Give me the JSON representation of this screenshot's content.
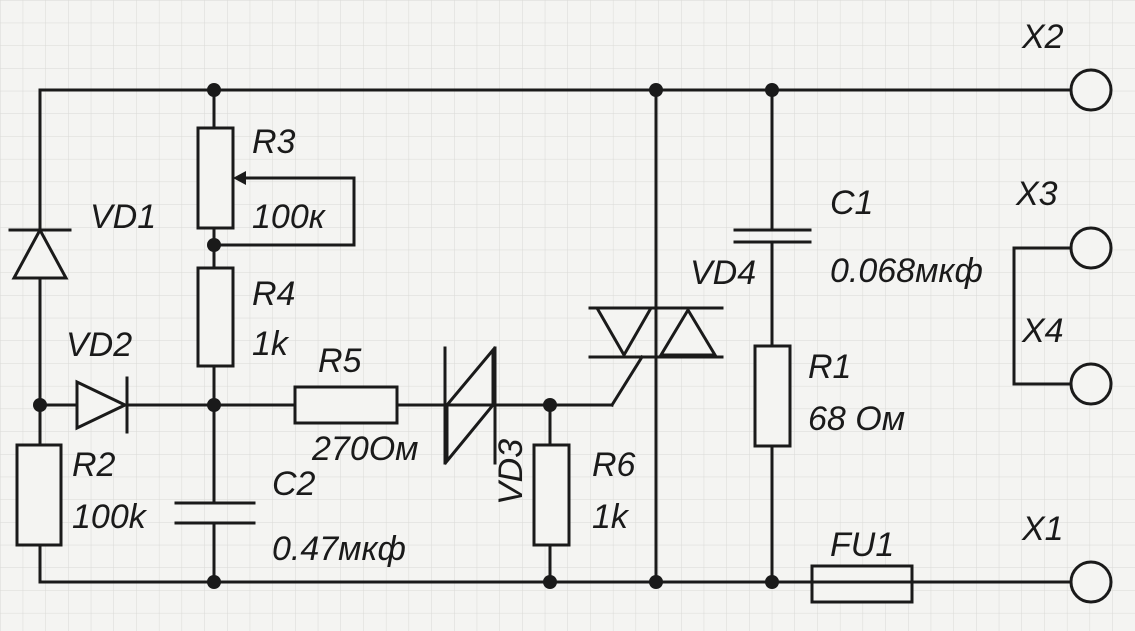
{
  "labels": {
    "x1": "X1",
    "x2": "X2",
    "x3": "X3",
    "x4": "X4",
    "vd1": "VD1",
    "vd2": "VD2",
    "vd4": "VD4",
    "r1": "R1",
    "r1_value": "68 Ом",
    "r2": "R2",
    "r2_value": "100k",
    "r3": "R3",
    "r3_value": "100к",
    "r4": "R4",
    "r4_value": "1k",
    "r5": "R5",
    "r5_value": "270Ом",
    "r6": "R6",
    "r6_value": "1k",
    "c1": "C1",
    "c1_value": "0.068мкф",
    "c2": "C2",
    "c2_value": "0.47мкф",
    "fu1": "FU1",
    "vd3": "VD3"
  },
  "colors": {
    "ink": "#1a1a1a",
    "paper": "#f4f4f2",
    "grid": "#d9d9d6"
  }
}
